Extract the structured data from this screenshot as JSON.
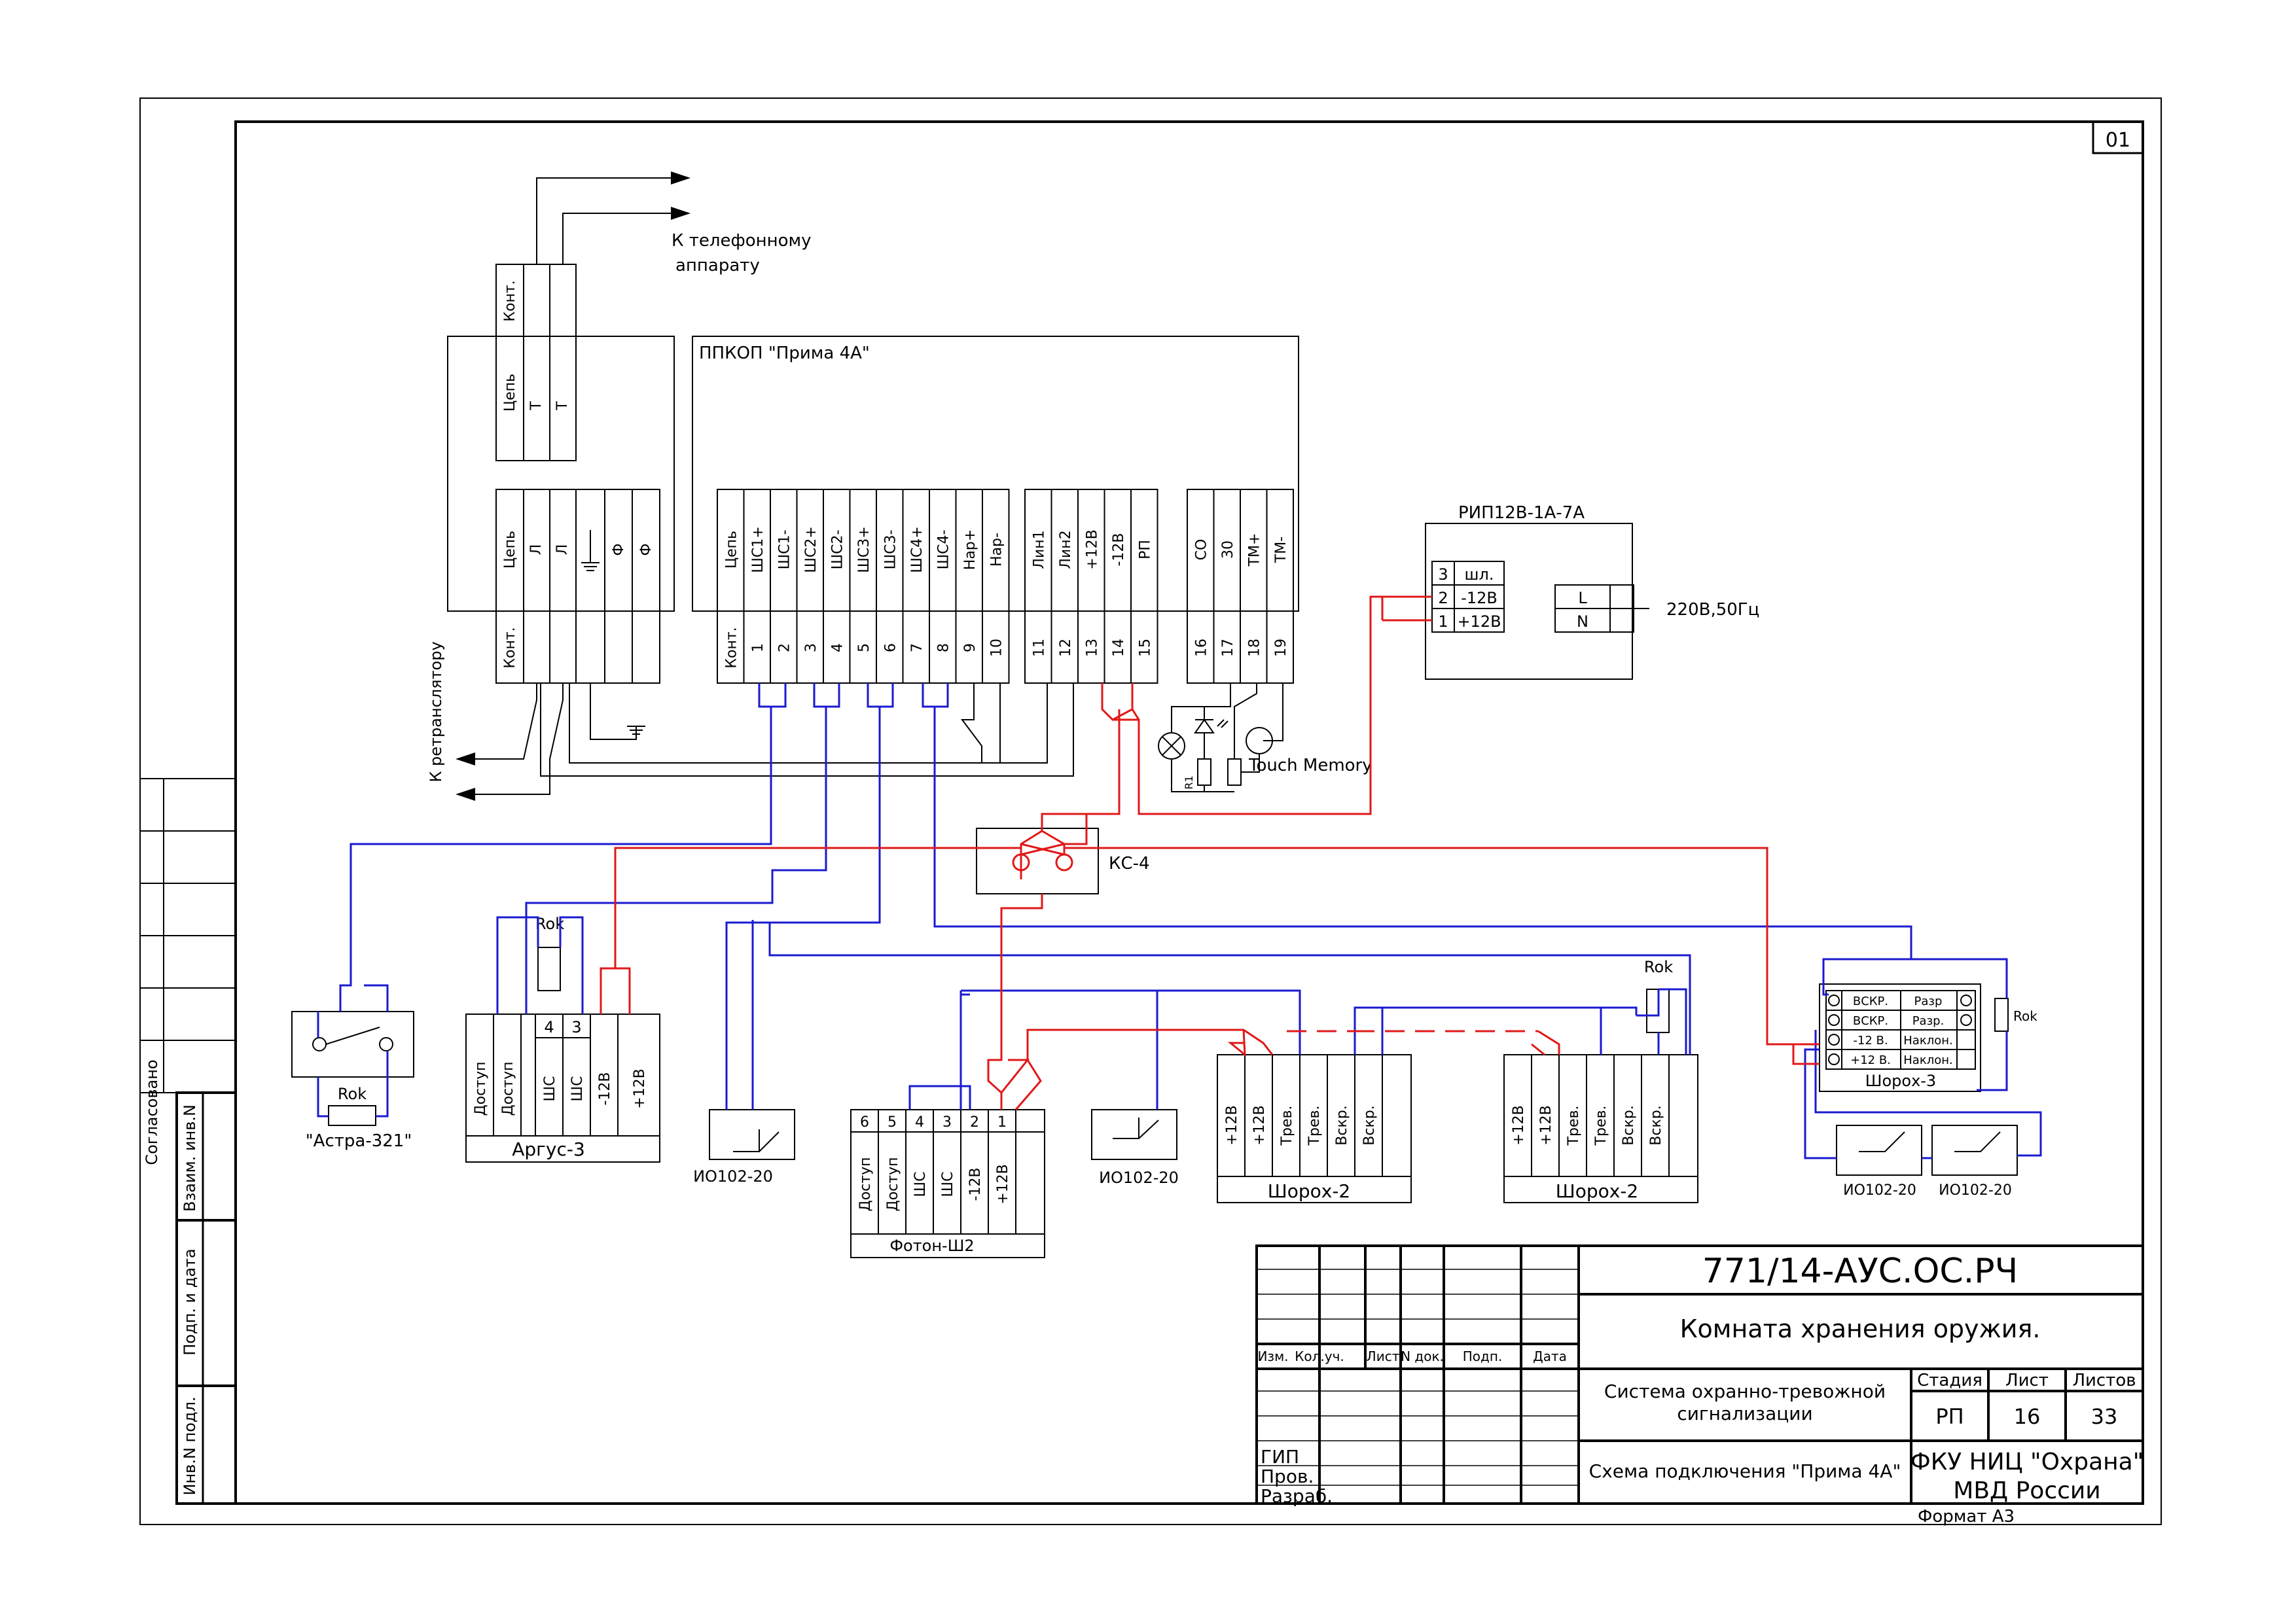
{
  "sheet": {
    "number": "01",
    "format": "Формат А3"
  },
  "phone": {
    "arrow_label_1": "К телефонному",
    "arrow_label_2": "аппарату",
    "cols": [
      "Конт.",
      "Цепь",
      "Т",
      "Т"
    ]
  },
  "line_block": {
    "cols": [
      "Цепь",
      "Л",
      "Л",
      "Ф",
      "Ф"
    ],
    "kont": "Конт.",
    "retranslator": "К ретранслятору"
  },
  "ppkop": {
    "title": "ППКОП \"Прима 4А\"",
    "group1": [
      "Цепь",
      "ШС1+",
      "ШС1-",
      "ШС2+",
      "ШС2-",
      "ШС3+",
      "ШС3-",
      "ШС4+",
      "ШС4-",
      "Нар+",
      "Нар-"
    ],
    "group1_nums": [
      "Конт.",
      "1",
      "2",
      "3",
      "4",
      "5",
      "6",
      "7",
      "8",
      "9",
      "10"
    ],
    "group2": [
      "Лин1",
      "Лин2",
      "+12В",
      "-12В",
      "РП"
    ],
    "group2_nums": [
      "11",
      "12",
      "13",
      "14",
      "15"
    ],
    "group3": [
      "СО",
      "30",
      "ТМ+",
      "ТМ-"
    ],
    "group3_nums": [
      "16",
      "17",
      "18",
      "19"
    ],
    "touch_memory": "Touch  Memory",
    "r1": "R1"
  },
  "rip": {
    "title": "РИП12В-1А-7А",
    "rows": [
      [
        "3",
        "шл."
      ],
      [
        "2",
        "-12В"
      ],
      [
        "1",
        "+12В"
      ]
    ],
    "l": "L",
    "n": "N",
    "mains": "220В,50Гц"
  },
  "ks4": {
    "label": "КС-4"
  },
  "astra": {
    "label": "\"Астра-321\"",
    "rok": "Rok"
  },
  "argus": {
    "label": "Аргус-3",
    "rok": "Rok",
    "cols": [
      "Доступ",
      "Доступ",
      "ШС",
      "ШС",
      "-12В",
      "+12В"
    ],
    "nums": [
      "4",
      "3"
    ]
  },
  "foton": {
    "label": "Фотон-Ш2",
    "cols": [
      "Доступ",
      "Доступ",
      "ШС",
      "ШС",
      "-12В",
      "+12В"
    ],
    "nums": [
      "6",
      "5",
      "4",
      "3",
      "2",
      "1"
    ]
  },
  "io": {
    "label": "ИО102-20"
  },
  "shorokh2": {
    "label": "Шорох-2",
    "cols": [
      "+12В",
      "+12В",
      "Трев.",
      "Трев.",
      "Вскр.",
      "Вскр."
    ],
    "rok": "Rok"
  },
  "shorokh3": {
    "label": "Шорох-3",
    "rok": "Rok",
    "rows": [
      [
        "ВСКР.",
        "Разр"
      ],
      [
        "ВСКР.",
        "Разр."
      ],
      [
        "-12 В.",
        "Наклон."
      ],
      [
        "+12 В.",
        "Наклон."
      ]
    ]
  },
  "side": {
    "soglasovano": "Согласовано",
    "vzam": "Взаим. инв.N",
    "podp": "Подп. и дата",
    "inv": "Инв.N подл."
  },
  "stamp": {
    "code": "771/14-АУС.ОС.РЧ",
    "room": "Комната хранения оружия.",
    "headers": [
      "Изм.",
      "Кол.уч.",
      "Лист",
      "N док.",
      "Подп.",
      "Дата"
    ],
    "roles": [
      "ГИП",
      "Пров.",
      "Разраб."
    ],
    "system_1": "Система охранно-тревожной",
    "system_2": "сигнализации",
    "stage_h": "Стадия",
    "sheet_h": "Лист",
    "sheets_h": "Листов",
    "stage": "РП",
    "sheet": "16",
    "sheets": "33",
    "scheme": "Схема подключения \"Прима 4А\"",
    "org_1": "ФКУ НИЦ \"Охрана\"",
    "org_2": "МВД России"
  },
  "colors": {
    "red": "#e01818",
    "blue": "#1a1ad0",
    "black": "#000000"
  }
}
